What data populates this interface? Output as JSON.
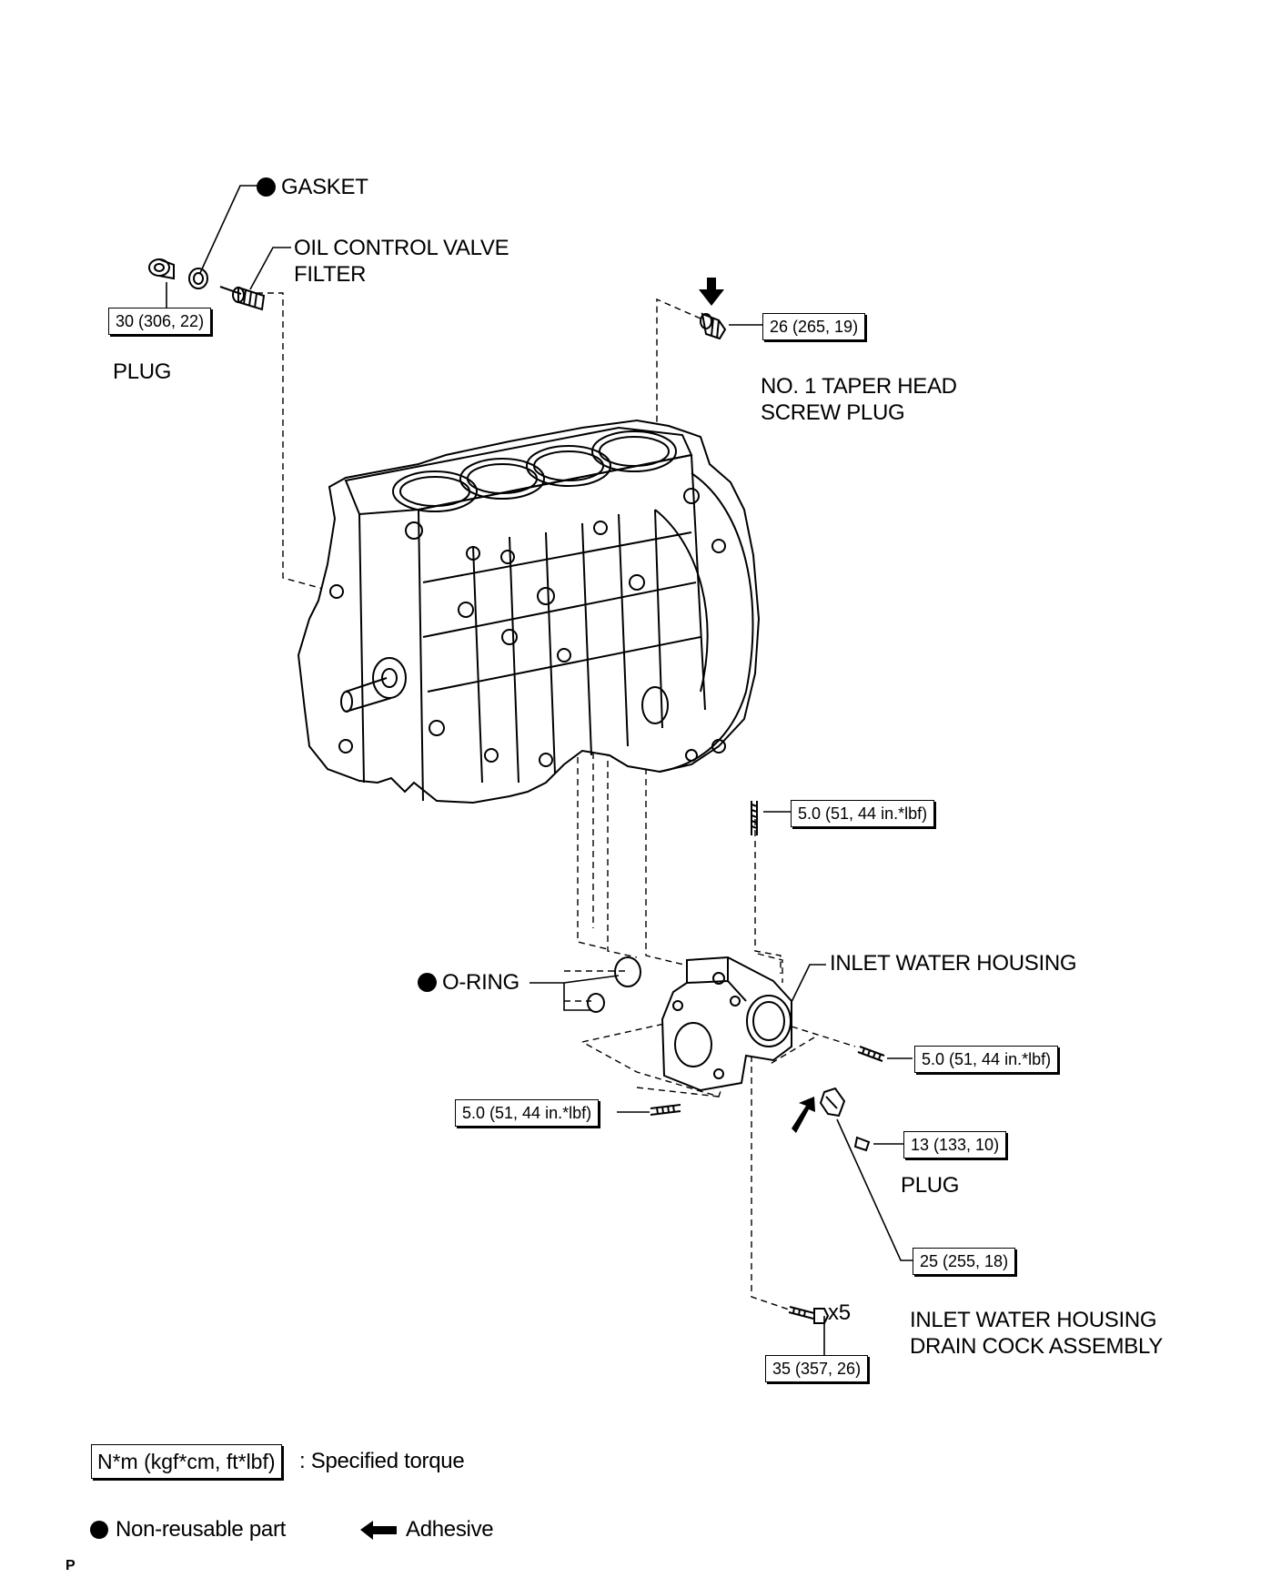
{
  "parts": {
    "gasket": "GASKET",
    "oil_control_valve_filter_line1": "OIL CONTROL VALVE",
    "oil_control_valve_filter_line2": "FILTER",
    "plug_top": "PLUG",
    "taper_plug_line1": "NO. 1 TAPER HEAD",
    "taper_plug_line2": "SCREW PLUG",
    "inlet_water_housing": "INLET WATER HOUSING",
    "o_ring": "O-RING",
    "plug_right": "PLUG",
    "drain_cock_line1": "INLET WATER HOUSING",
    "drain_cock_line2": "DRAIN COCK ASSEMBLY",
    "bolt_qty": "x5"
  },
  "torques": {
    "plug_top": "30 (306, 22)",
    "taper_plug": "26 (265, 19)",
    "stud_upper": "5.0 (51, 44 in.*lbf)",
    "stud_right": "5.0 (51, 44 in.*lbf)",
    "stud_left": "5.0 (51, 44 in.*lbf)",
    "plug_right": "13 (133, 10)",
    "drain_cock": "25 (255, 18)",
    "bolts": "35 (357, 26)"
  },
  "legend": {
    "torque_unit": "N*m (kgf*cm, ft*lbf)",
    "torque_desc": ": Specified torque",
    "non_reusable": "Non-reusable part",
    "adhesive": "Adhesive"
  },
  "footer_mark": "P"
}
